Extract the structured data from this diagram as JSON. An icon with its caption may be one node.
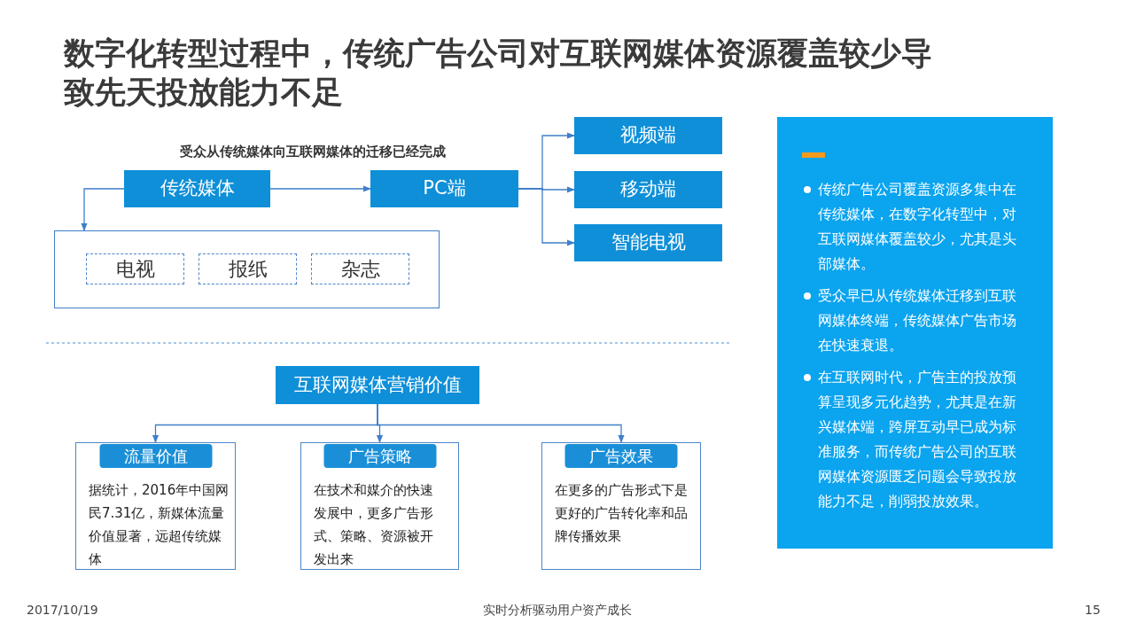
{
  "diagram": {
    "title": "数字化转型过程中，传统广告公司对互联网媒体资源覆盖较少导致先天投放能力不足",
    "nodes": [
      {
        "text": [
          "传统媒体"
        ]
      },
      {
        "text": [
          "PC端"
        ]
      },
      {
        "text": [
          "视频端"
        ]
      },
      {
        "text": [
          "移动端"
        ]
      },
      {
        "text": [
          "智能电视"
        ]
      },
      {
        "text": [],
        "shape": "box"
      },
      {
        "text": [
          "电视"
        ],
        "in": 5
      },
      {
        "text": [
          "报纸"
        ],
        "in": 5
      },
      {
        "text": [
          "杂志"
        ],
        "in": 5
      },
      {
        "text": [
          "互联网媒体营销价值"
        ]
      },
      {
        "text": [
          "流量价值",
          "据统计，2016年中国网民7.31亿，新媒体流量价值显著，远超传统媒体"
        ]
      },
      {
        "text": [
          "广告策略",
          "在技术和媒介的快速发展中，更多广告形式、策略、资源被开发出来"
        ]
      },
      {
        "text": [
          "广告效果",
          "在更多的广告形式下是更好的广告转化率和品牌传播效果"
        ]
      },
      {
        "text": [
          "传统广告公司覆盖资源多集中在传统媒体，在数字化转型中，对互联网媒体覆盖较少，尤其是头部媒体。",
          "受众早已从传统媒体迁移到互联网媒体终端，传统媒体广告市场在快速衰退。",
          "在互联网时代，广告主的投放预算呈现多元化趋势，尤其是在新兴媒体端，跨屏互动早已成为标准服务，而传统广告公司的互联网媒体资源匮乏问题会导致投放能力不足，削弱投放效果。"
        ]
      }
    ],
    "edges": [
      {
        "from": 0,
        "to": 1,
        "arrow": "to"
      },
      {
        "from": 0,
        "to": 5,
        "arrow": "to"
      },
      {
        "from": 1,
        "to": 2,
        "arrow": "to"
      },
      {
        "from": 1,
        "to": 3,
        "arrow": "to"
      },
      {
        "from": 1,
        "to": 4,
        "arrow": "to"
      },
      {
        "from": 9,
        "to": 10,
        "arrow": "to"
      },
      {
        "from": 9,
        "to": 11,
        "arrow": "to"
      },
      {
        "from": 9,
        "to": 12,
        "arrow": "to"
      }
    ],
    "labels": [
      "受众从传统媒体向互联网媒体的迁移已经完成",
      "2017/10/19",
      "实时分析驱动用户资产成长",
      "15"
    ]
  }
}
